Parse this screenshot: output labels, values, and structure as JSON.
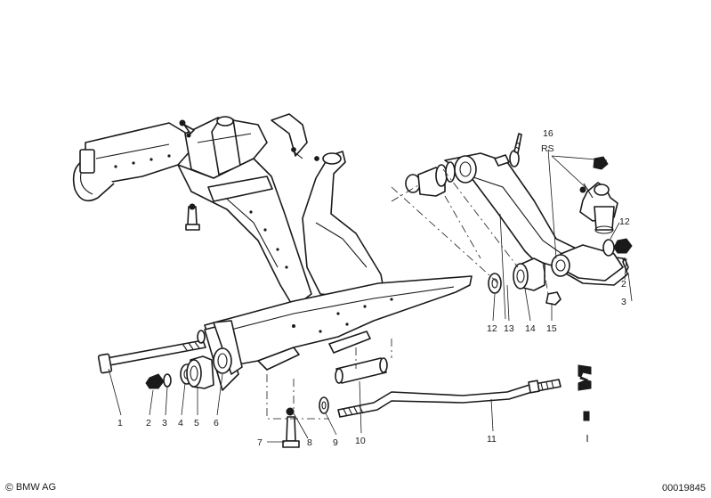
{
  "diagram": {
    "callouts": [
      {
        "key": "c1",
        "text": "1"
      },
      {
        "key": "c2",
        "text": "2"
      },
      {
        "key": "c3",
        "text": "3"
      },
      {
        "key": "c4",
        "text": "4"
      },
      {
        "key": "c5",
        "text": "5"
      },
      {
        "key": "c6",
        "text": "6"
      },
      {
        "key": "c7",
        "text": "7"
      },
      {
        "key": "c8",
        "text": "8"
      },
      {
        "key": "c9",
        "text": "9"
      },
      {
        "key": "c10",
        "text": "10"
      },
      {
        "key": "c11",
        "text": "11"
      },
      {
        "key": "c12a",
        "text": "12"
      },
      {
        "key": "c13",
        "text": "13"
      },
      {
        "key": "c14",
        "text": "14"
      },
      {
        "key": "c15",
        "text": "15"
      },
      {
        "key": "c16",
        "text": "16"
      },
      {
        "key": "crs",
        "text": "RS"
      },
      {
        "key": "c12b",
        "text": "12"
      },
      {
        "key": "c2b",
        "text": "2"
      },
      {
        "key": "c3b",
        "text": "3"
      }
    ]
  },
  "footer": {
    "brand_symbol": "©",
    "brand": "BMW AG",
    "reference": "00019845"
  }
}
